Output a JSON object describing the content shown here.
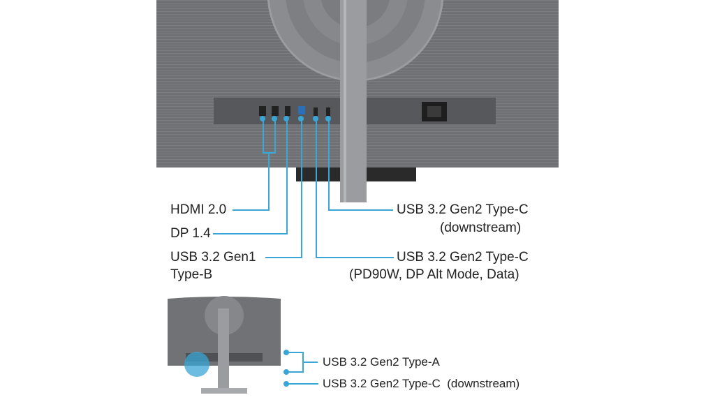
{
  "callouts_main": {
    "hdmi": "HDMI 2.0",
    "dp": "DP 1.4",
    "usb_b_line1": "USB 3.2 Gen1",
    "usb_b_line2": "Type-B",
    "usbc_down_line1": "USB 3.2 Gen2 Type-C",
    "usbc_down_line2": "(downstream)",
    "usbc_pd_line1": "USB 3.2 Gen2 Type-C",
    "usbc_pd_line2": "(PD90W, DP Alt Mode, Data)"
  },
  "callouts_secondary": {
    "usb_a": "USB 3.2 Gen2 Type-A",
    "usbc_down": "USB 3.2 Gen2 Type-C  (downstream)"
  },
  "colors": {
    "accent": "#39a6d6",
    "monitor_body": "#6f7175",
    "panel_dark": "#4a4c50"
  }
}
